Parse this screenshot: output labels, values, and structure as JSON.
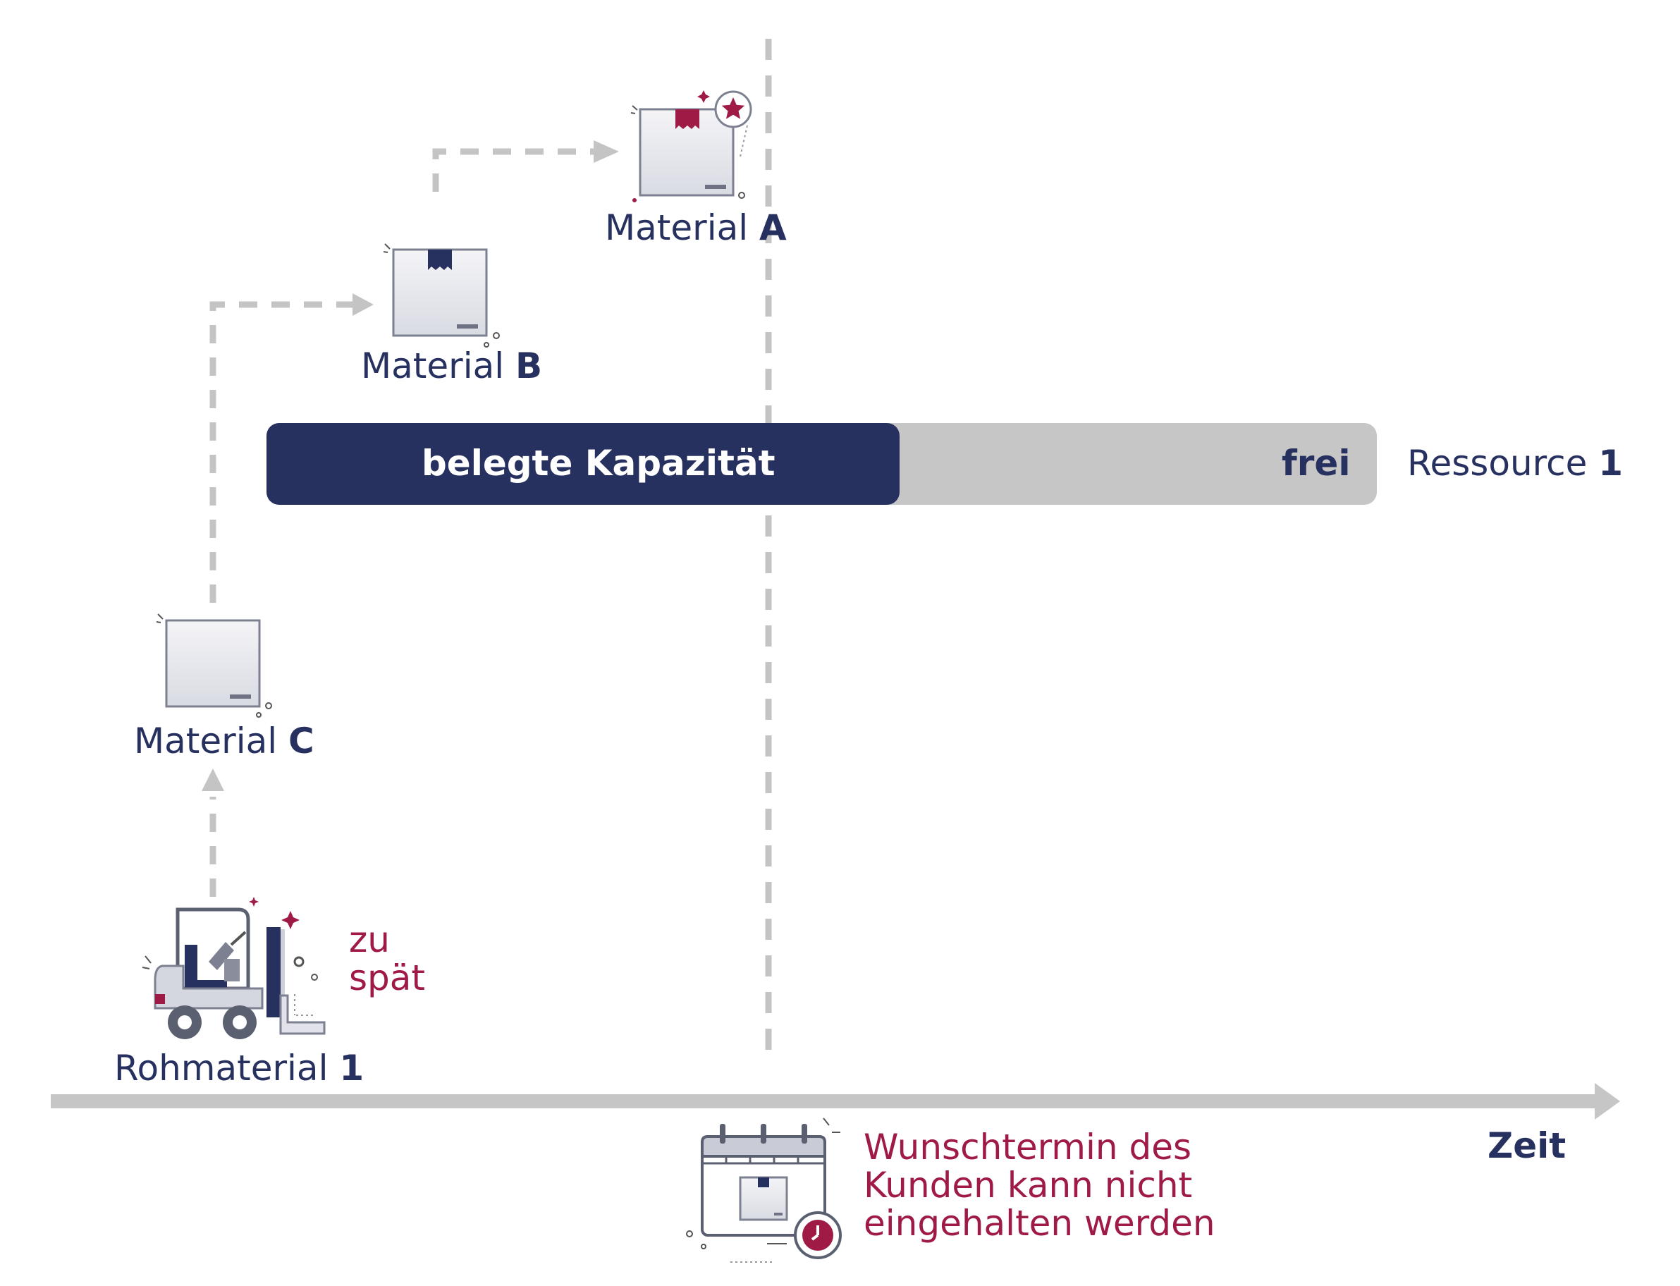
{
  "materials": {
    "a": {
      "name": "Material",
      "letter": "A"
    },
    "b": {
      "name": "Material",
      "letter": "B"
    },
    "c": {
      "name": "Material",
      "letter": "C"
    }
  },
  "raw_material": {
    "name": "Rohmaterial",
    "number": "1"
  },
  "late_note": {
    "line1": "zu",
    "line2": "spät"
  },
  "capacity": {
    "occupied_label": "belegte Kapazität",
    "free_label": "frei",
    "occupied_fraction": 0.57
  },
  "resource": {
    "name": "Ressource",
    "number": "1"
  },
  "axis": {
    "label": "Zeit"
  },
  "deadline_note": {
    "line1": "Wunschtermin des",
    "line2": "Kunden kann nicht",
    "line3": "eingehalten werden"
  },
  "icons": [
    "box-icon",
    "star-badge-icon",
    "forklift-icon",
    "calendar-icon",
    "clock-icon",
    "arrow-icon"
  ],
  "colors": {
    "navy": "#27315f",
    "crimson": "#a01a46",
    "light_gray": "#c6c6c6",
    "dashed_gray": "#c4c4c4"
  }
}
